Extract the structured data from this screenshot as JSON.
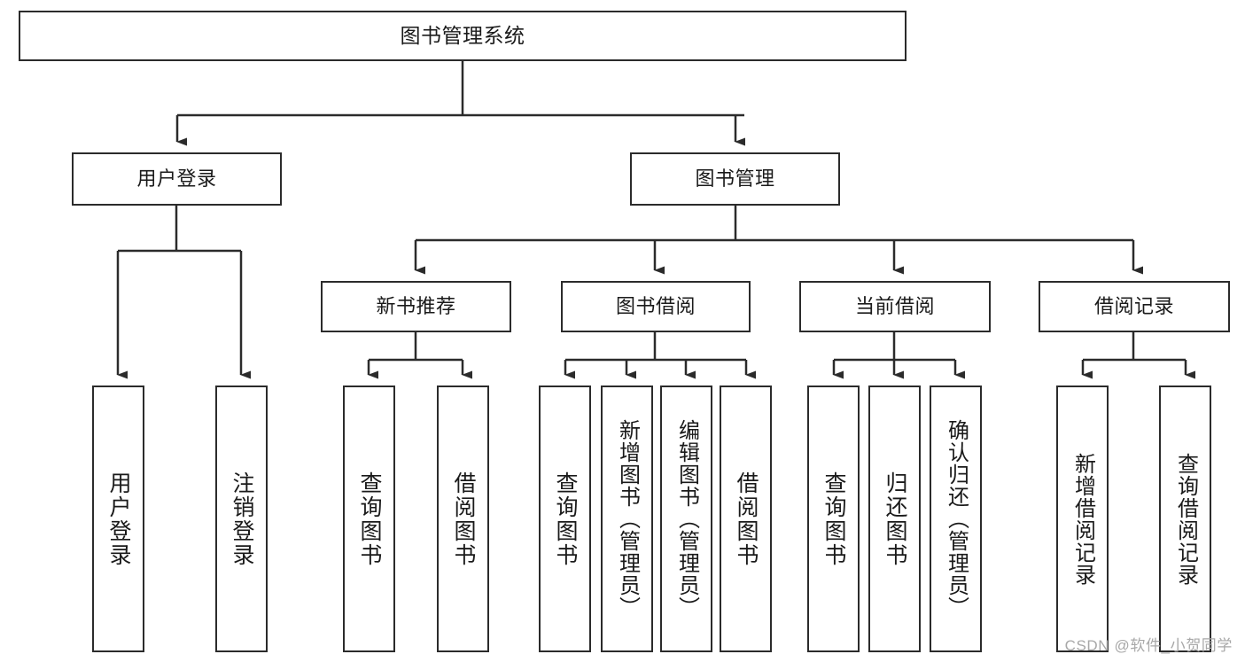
{
  "diagram": {
    "type": "tree",
    "title": "图书管理系统",
    "watermark": "CSDN @软件_小贺同学",
    "colors": {
      "stroke": "#2b2b2b",
      "fill": "#ffffff",
      "text": "#1a1a1a",
      "watermark": "#a8a8a8"
    },
    "nodes": {
      "root": {
        "label": "图书管理系统"
      },
      "level1": [
        {
          "label": "用户登录"
        },
        {
          "label": "图书管理"
        }
      ],
      "level2": [
        {
          "label": "新书推荐"
        },
        {
          "label": "图书借阅"
        },
        {
          "label": "当前借阅"
        },
        {
          "label": "借阅记录"
        }
      ],
      "leaves": {
        "user_login": [
          {
            "label": "用户登录"
          },
          {
            "label": "注销登录"
          }
        ],
        "new_book_recommend": [
          {
            "label": "查询图书"
          },
          {
            "label": "借阅图书"
          }
        ],
        "book_borrow": [
          {
            "label": "查询图书"
          },
          {
            "label": "新增图书（管理员）"
          },
          {
            "label": "编辑图书（管理员）"
          },
          {
            "label": "借阅图书"
          }
        ],
        "current_borrow": [
          {
            "label": "查询图书"
          },
          {
            "label": "归还图书"
          },
          {
            "label": "确认归还（管理员）"
          }
        ],
        "borrow_record": [
          {
            "label": "新增借阅记录"
          },
          {
            "label": "查询借阅记录"
          }
        ]
      }
    }
  }
}
